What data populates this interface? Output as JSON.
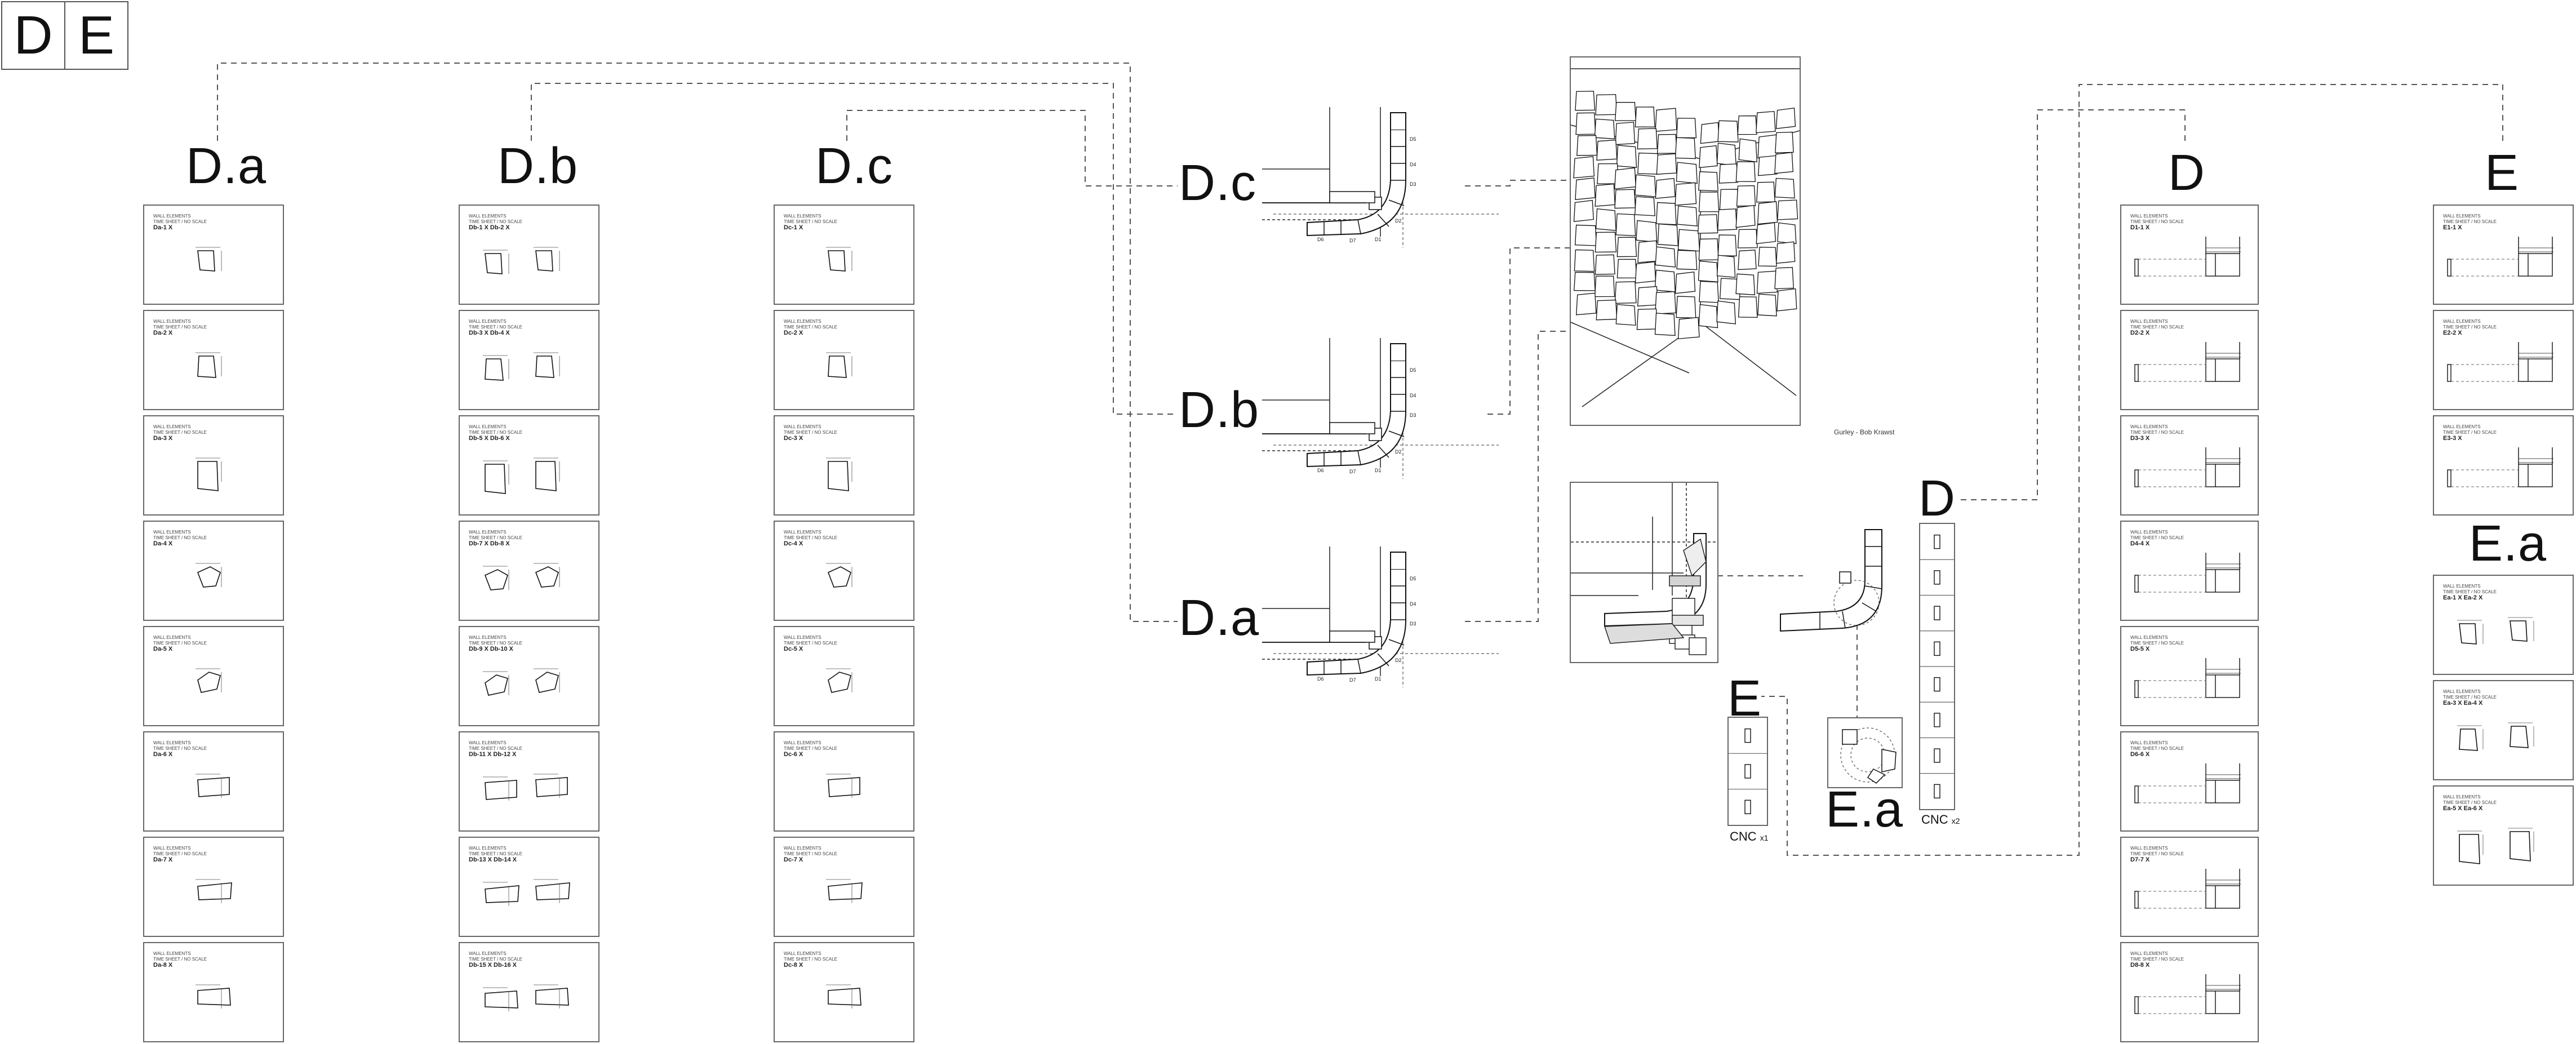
{
  "title_boxes": [
    "D",
    "E"
  ],
  "section_labels": {
    "da": "D.a",
    "db": "D.b",
    "dc": "D.c",
    "mid_dc": "D.c",
    "mid_db": "D.b",
    "mid_da": "D.a",
    "d_right": "D",
    "e_right": "E",
    "ea_right": "E.a",
    "d_cnc": "D",
    "e_cnc": "E",
    "ea_cnc": "E.a"
  },
  "photo_caption": "Gurley - Bob Krawst",
  "cnc": {
    "e_label": "CNC",
    "e_count": "x1",
    "d_label": "CNC",
    "d_count": "x2"
  },
  "sheet_header": {
    "line1": "WALL ELEMENTS",
    "line2": "TIME SHEET / NO SCALE"
  },
  "columns": {
    "da": {
      "codes": [
        "Da-1 X",
        "Da-2 X",
        "Da-3 X",
        "Da-4 X",
        "Da-5 X",
        "Da-6 X",
        "Da-7 X",
        "Da-8 X"
      ]
    },
    "db": {
      "codes": [
        "Db-1 X  Db-2 X",
        "Db-3 X  Db-4 X",
        "Db-5 X  Db-6 X",
        "Db-7 X  Db-8 X",
        "Db-9 X  Db-10 X",
        "Db-11 X  Db-12 X",
        "Db-13 X  Db-14 X",
        "Db-15 X  Db-16 X"
      ]
    },
    "dc": {
      "codes": [
        "Dc-1 X",
        "Dc-2 X",
        "Dc-3 X",
        "Dc-4 X",
        "Dc-5 X",
        "Dc-6 X",
        "Dc-7 X",
        "Dc-8 X"
      ]
    },
    "d": {
      "codes": [
        "D1-1 X",
        "D2-2 X",
        "D3-3 X",
        "D4-4 X",
        "D5-5 X",
        "D6-6 X",
        "D7-7 X",
        "D8-8 X"
      ]
    },
    "e": {
      "codes": [
        "E1-1 X",
        "E2-2 X",
        "E3-3 X"
      ]
    },
    "ea": {
      "codes": [
        "Ea-1 X  Ea-2 X",
        "Ea-3 X  Ea-4 X",
        "Ea-5 X  Ea-6 X"
      ]
    }
  }
}
